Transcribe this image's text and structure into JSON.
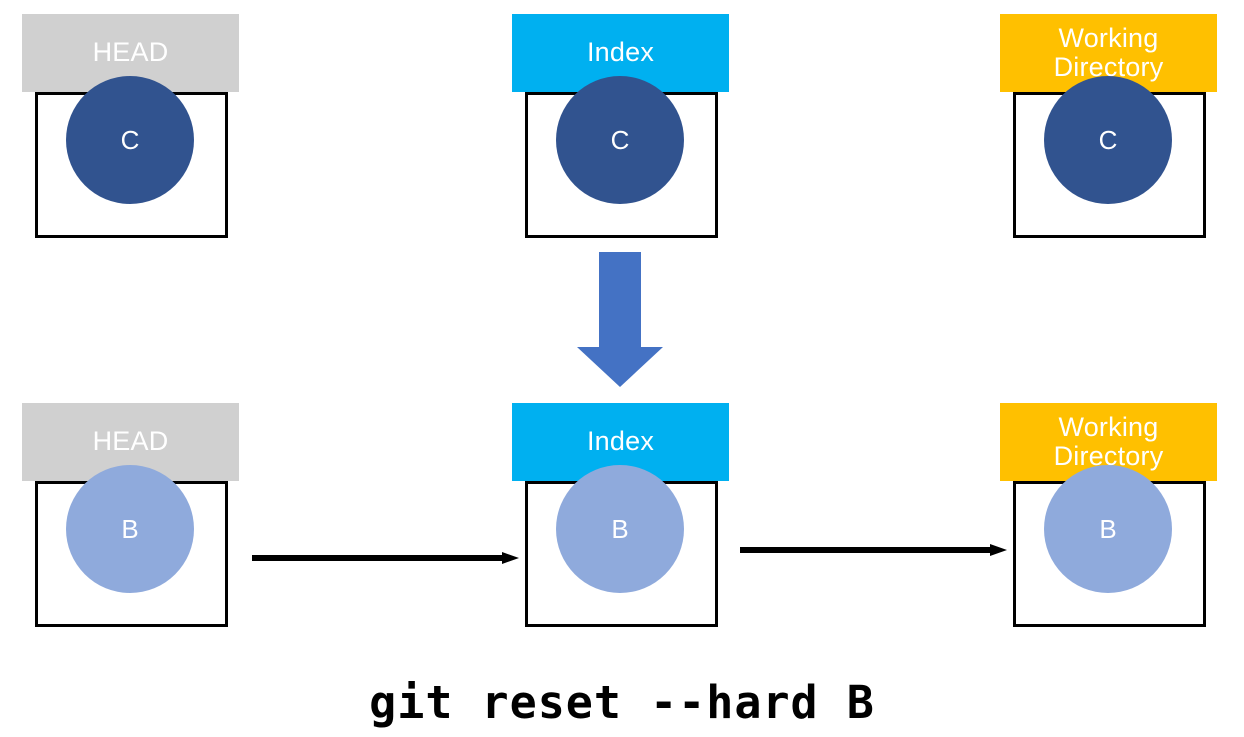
{
  "diagram": {
    "title": "git reset --hard B",
    "caption": "git reset --hard B",
    "colors": {
      "head_header": "#D0D0D0",
      "index_header": "#00B0F0",
      "working_header": "#FFC000",
      "commit_old": "#31538F",
      "commit_new": "#8FAADC",
      "block_arrow": "#4472C4",
      "flow_arrow": "#000000",
      "box_border": "#000000",
      "background": "#FFFFFF",
      "header_text": "#FFFFFF"
    },
    "rows": [
      {
        "name": "before",
        "cards": [
          {
            "header": "HEAD",
            "commit": "C"
          },
          {
            "header": "Index",
            "commit": "C"
          },
          {
            "header": "Working\nDirectory",
            "commit": "C"
          }
        ]
      },
      {
        "name": "after",
        "cards": [
          {
            "header": "HEAD",
            "commit": "B"
          },
          {
            "header": "Index",
            "commit": "B"
          },
          {
            "header": "Working\nDirectory",
            "commit": "B"
          }
        ]
      }
    ],
    "arrows": {
      "reset_down": {
        "direction": "down",
        "label": ""
      },
      "head_to_index": {
        "direction": "right",
        "label": ""
      },
      "index_to_working": {
        "direction": "right",
        "label": ""
      }
    }
  }
}
